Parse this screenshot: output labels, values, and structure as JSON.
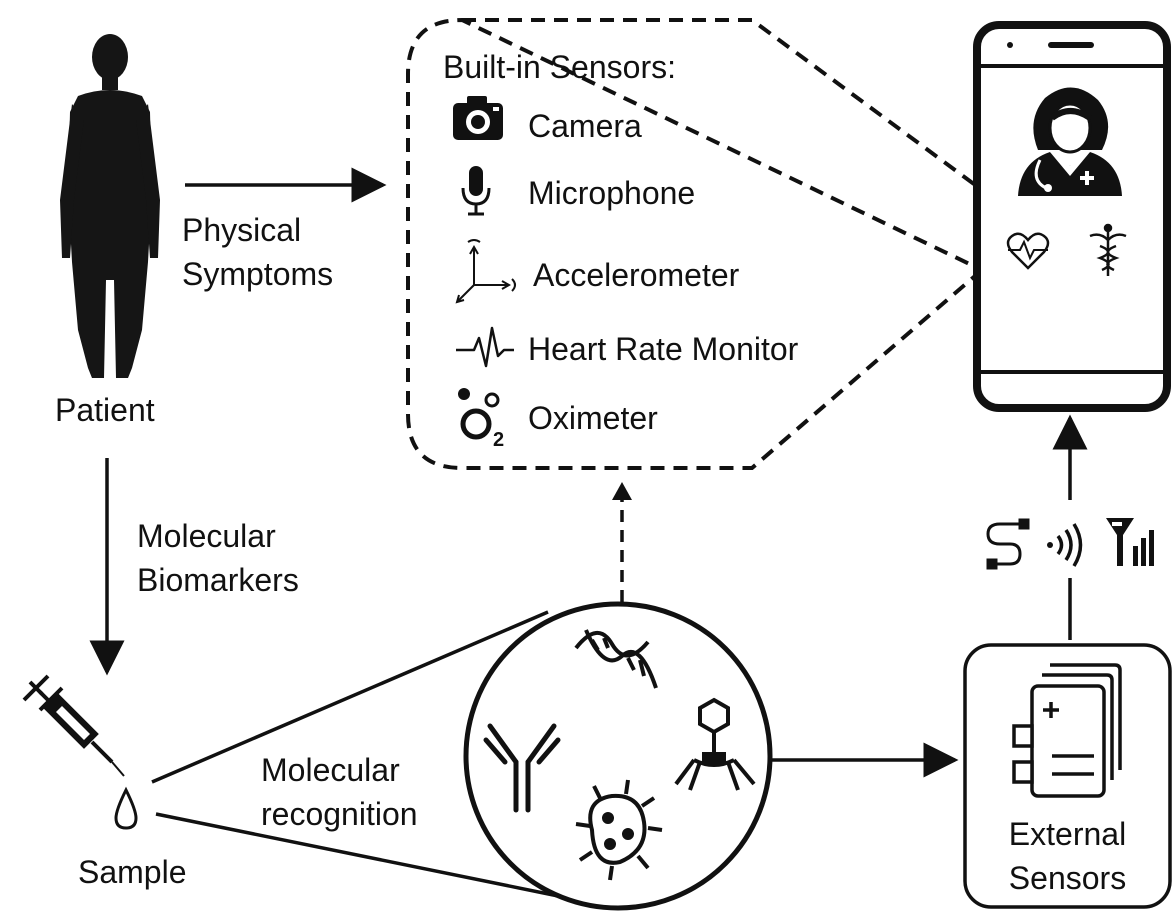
{
  "patient": {
    "label": "Patient"
  },
  "physical_symptoms": {
    "line1": "Physical",
    "line2": "Symptoms"
  },
  "molecular_biomarkers": {
    "line1": "Molecular",
    "line2": "Biomarkers"
  },
  "sample": {
    "label": "Sample"
  },
  "molecular_recognition": {
    "line1": "Molecular",
    "line2": "recognition"
  },
  "built_in_sensors": {
    "title": "Built-in Sensors:",
    "items": [
      {
        "label": "Camera",
        "icon": "camera-icon"
      },
      {
        "label": "Microphone",
        "icon": "microphone-icon"
      },
      {
        "label": "Accelerometer",
        "icon": "accelerometer-icon"
      },
      {
        "label": "Heart Rate Monitor",
        "icon": "heart-rate-icon"
      },
      {
        "label": "Oximeter",
        "icon": "oximeter-icon"
      }
    ]
  },
  "external_sensors": {
    "line1": "External",
    "line2": "Sensors"
  },
  "oximeter_subscript": "2",
  "connectivity_icons": [
    "cable-icon",
    "wireless-icon",
    "cellular-signal-icon"
  ],
  "recognition_icons": [
    "dna-icon",
    "antibody-icon",
    "virus-icon",
    "bacteria-icon"
  ],
  "phone_icons": [
    "doctor-icon",
    "heart-icon",
    "caduceus-icon"
  ],
  "colors": {
    "line": "#111111",
    "background": "#ffffff"
  }
}
